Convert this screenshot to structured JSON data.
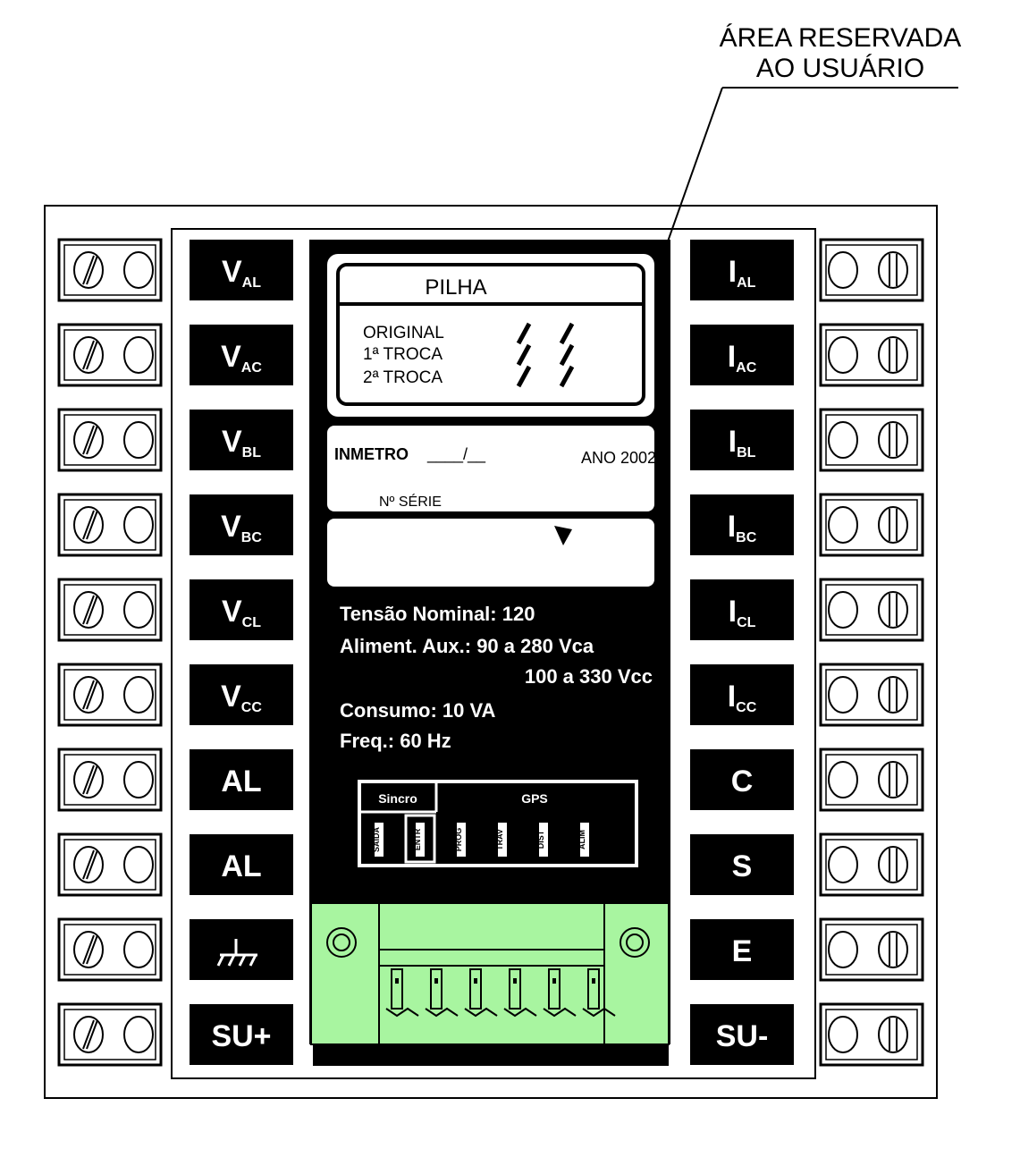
{
  "callout": {
    "line1": "ÁREA RESERVADA",
    "line2": "AO USUÁRIO"
  },
  "left_labels": [
    {
      "main": "V",
      "sub": "AL"
    },
    {
      "main": "V",
      "sub": "AC"
    },
    {
      "main": "V",
      "sub": "BL"
    },
    {
      "main": "V",
      "sub": "BC"
    },
    {
      "main": "V",
      "sub": "CL"
    },
    {
      "main": "V",
      "sub": "CC"
    },
    {
      "main": "AL",
      "sub": ""
    },
    {
      "main": "AL",
      "sub": ""
    },
    {
      "main": "",
      "sub": "",
      "icon": "ground-icon"
    },
    {
      "main": "SU+",
      "sub": ""
    }
  ],
  "right_labels": [
    {
      "main": "I",
      "sub": "AL"
    },
    {
      "main": "I",
      "sub": "AC"
    },
    {
      "main": "I",
      "sub": "BL"
    },
    {
      "main": "I",
      "sub": "BC"
    },
    {
      "main": "I",
      "sub": "CL"
    },
    {
      "main": "I",
      "sub": "CC"
    },
    {
      "main": "C",
      "sub": ""
    },
    {
      "main": "S",
      "sub": ""
    },
    {
      "main": "E",
      "sub": ""
    },
    {
      "main": "SU-",
      "sub": ""
    }
  ],
  "battery": {
    "title": "PILHA",
    "rows": [
      "ORIGINAL",
      "1ª TROCA",
      "2ª TROCA"
    ]
  },
  "inmetro": {
    "label": "INMETRO",
    "blank": "____/__",
    "year": "ANO 2002",
    "serial": "Nº SÉRIE"
  },
  "specs": {
    "nominal": "Tensão Nominal: 120",
    "aux1": "Aliment. Aux.: 90 a 280 Vca",
    "aux2": "100 a 330 Vcc",
    "consumo": "Consumo: 10 VA",
    "freq": "Freq.: 60 Hz"
  },
  "switch_block": {
    "sync_label": "Sincro",
    "gps_label": "GPS",
    "switches": [
      "SAÍDA",
      "ENTR",
      "PROG",
      "TRAV",
      "DIST",
      "ALIM"
    ]
  },
  "colors": {
    "panel": "#000000",
    "connector": "#a8f5a0",
    "background": "#ffffff"
  }
}
